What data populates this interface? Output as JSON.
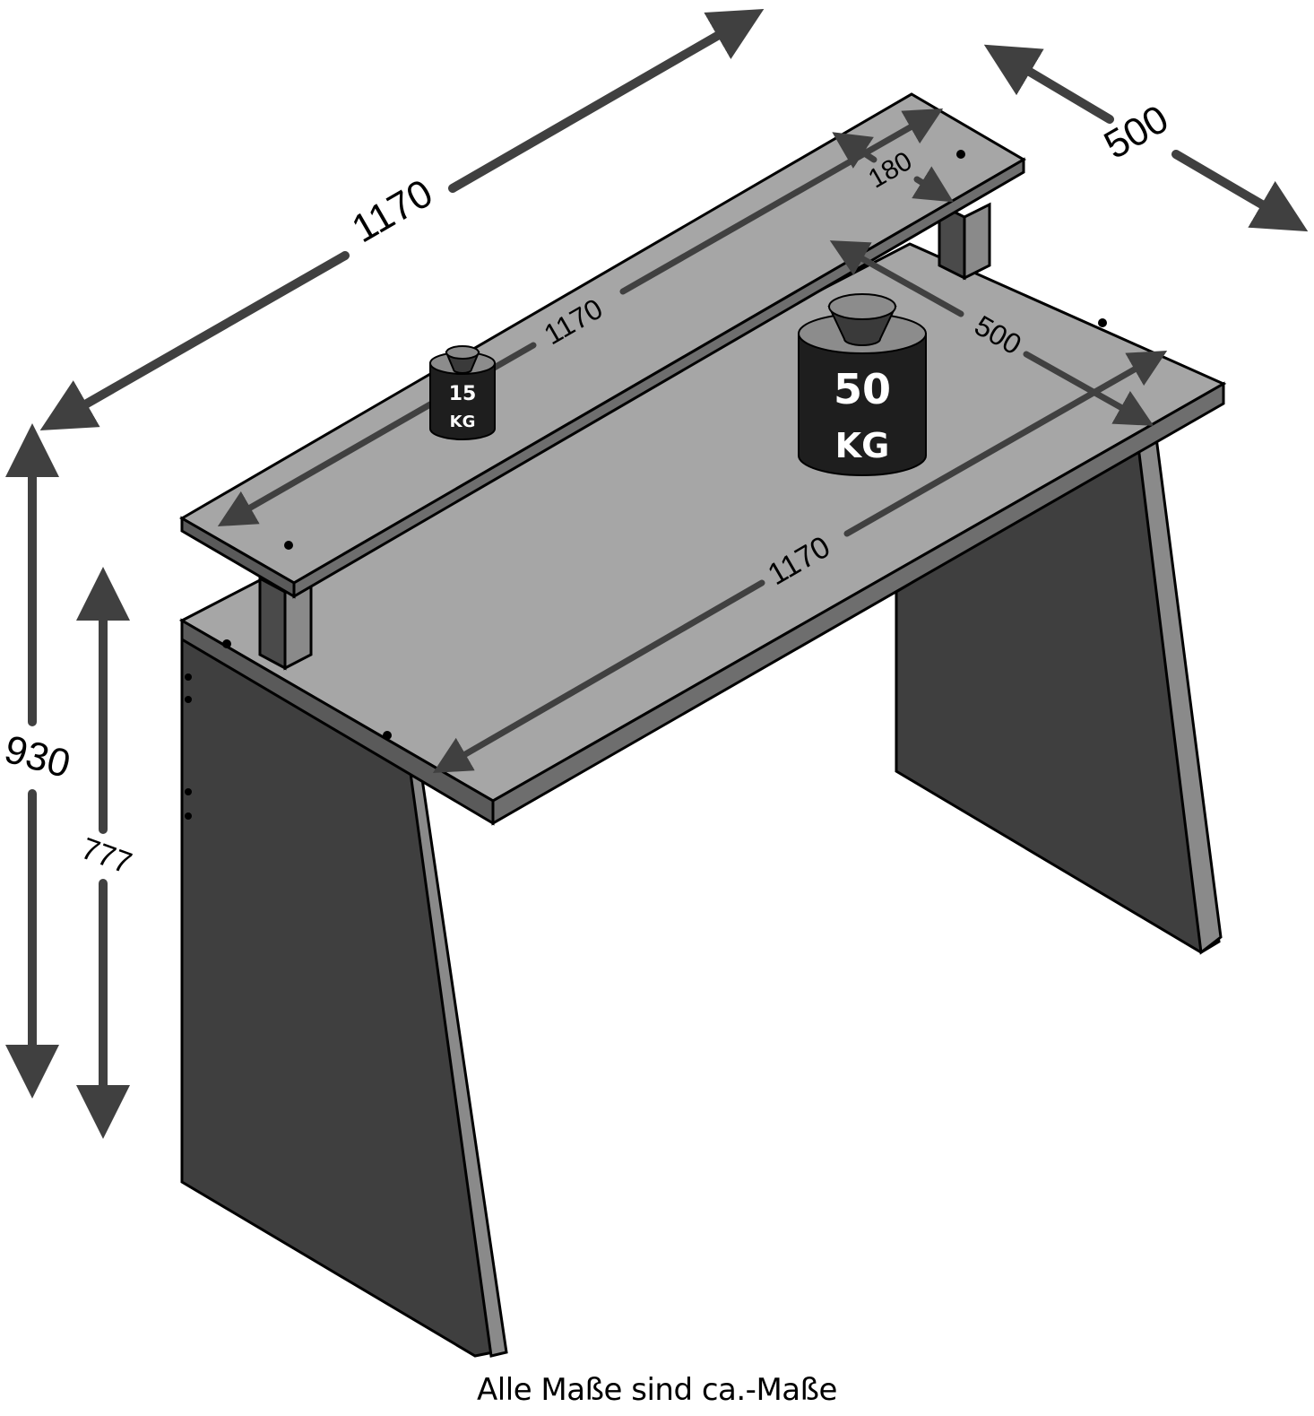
{
  "diagram": {
    "subject": "Desk with monitor shelf — dimension drawing",
    "colors": {
      "top_surface": "#a6a6a6",
      "edge": "#6e6e6e",
      "panel_dark": "#3f3f3f",
      "post_dark": "#4a4a4a",
      "post_light": "#8a8a8a",
      "arrow": "#404040",
      "weight_body": "#1e1e1e",
      "weight_cap": "#8c8c8c",
      "outline": "#000000"
    },
    "dimensions": {
      "overall_width": "1170",
      "overall_depth": "500",
      "overall_height": "930",
      "desk_height": "777",
      "shelf_width": "1170",
      "shelf_depth": "180",
      "desk_top_depth": "500",
      "desk_top_width": "1170"
    },
    "weights": {
      "shelf_load_value": "15",
      "shelf_load_unit": "KG",
      "desk_load_value": "50",
      "desk_load_unit": "KG"
    },
    "caption": "Alle Maße sind ca.-Maße"
  }
}
